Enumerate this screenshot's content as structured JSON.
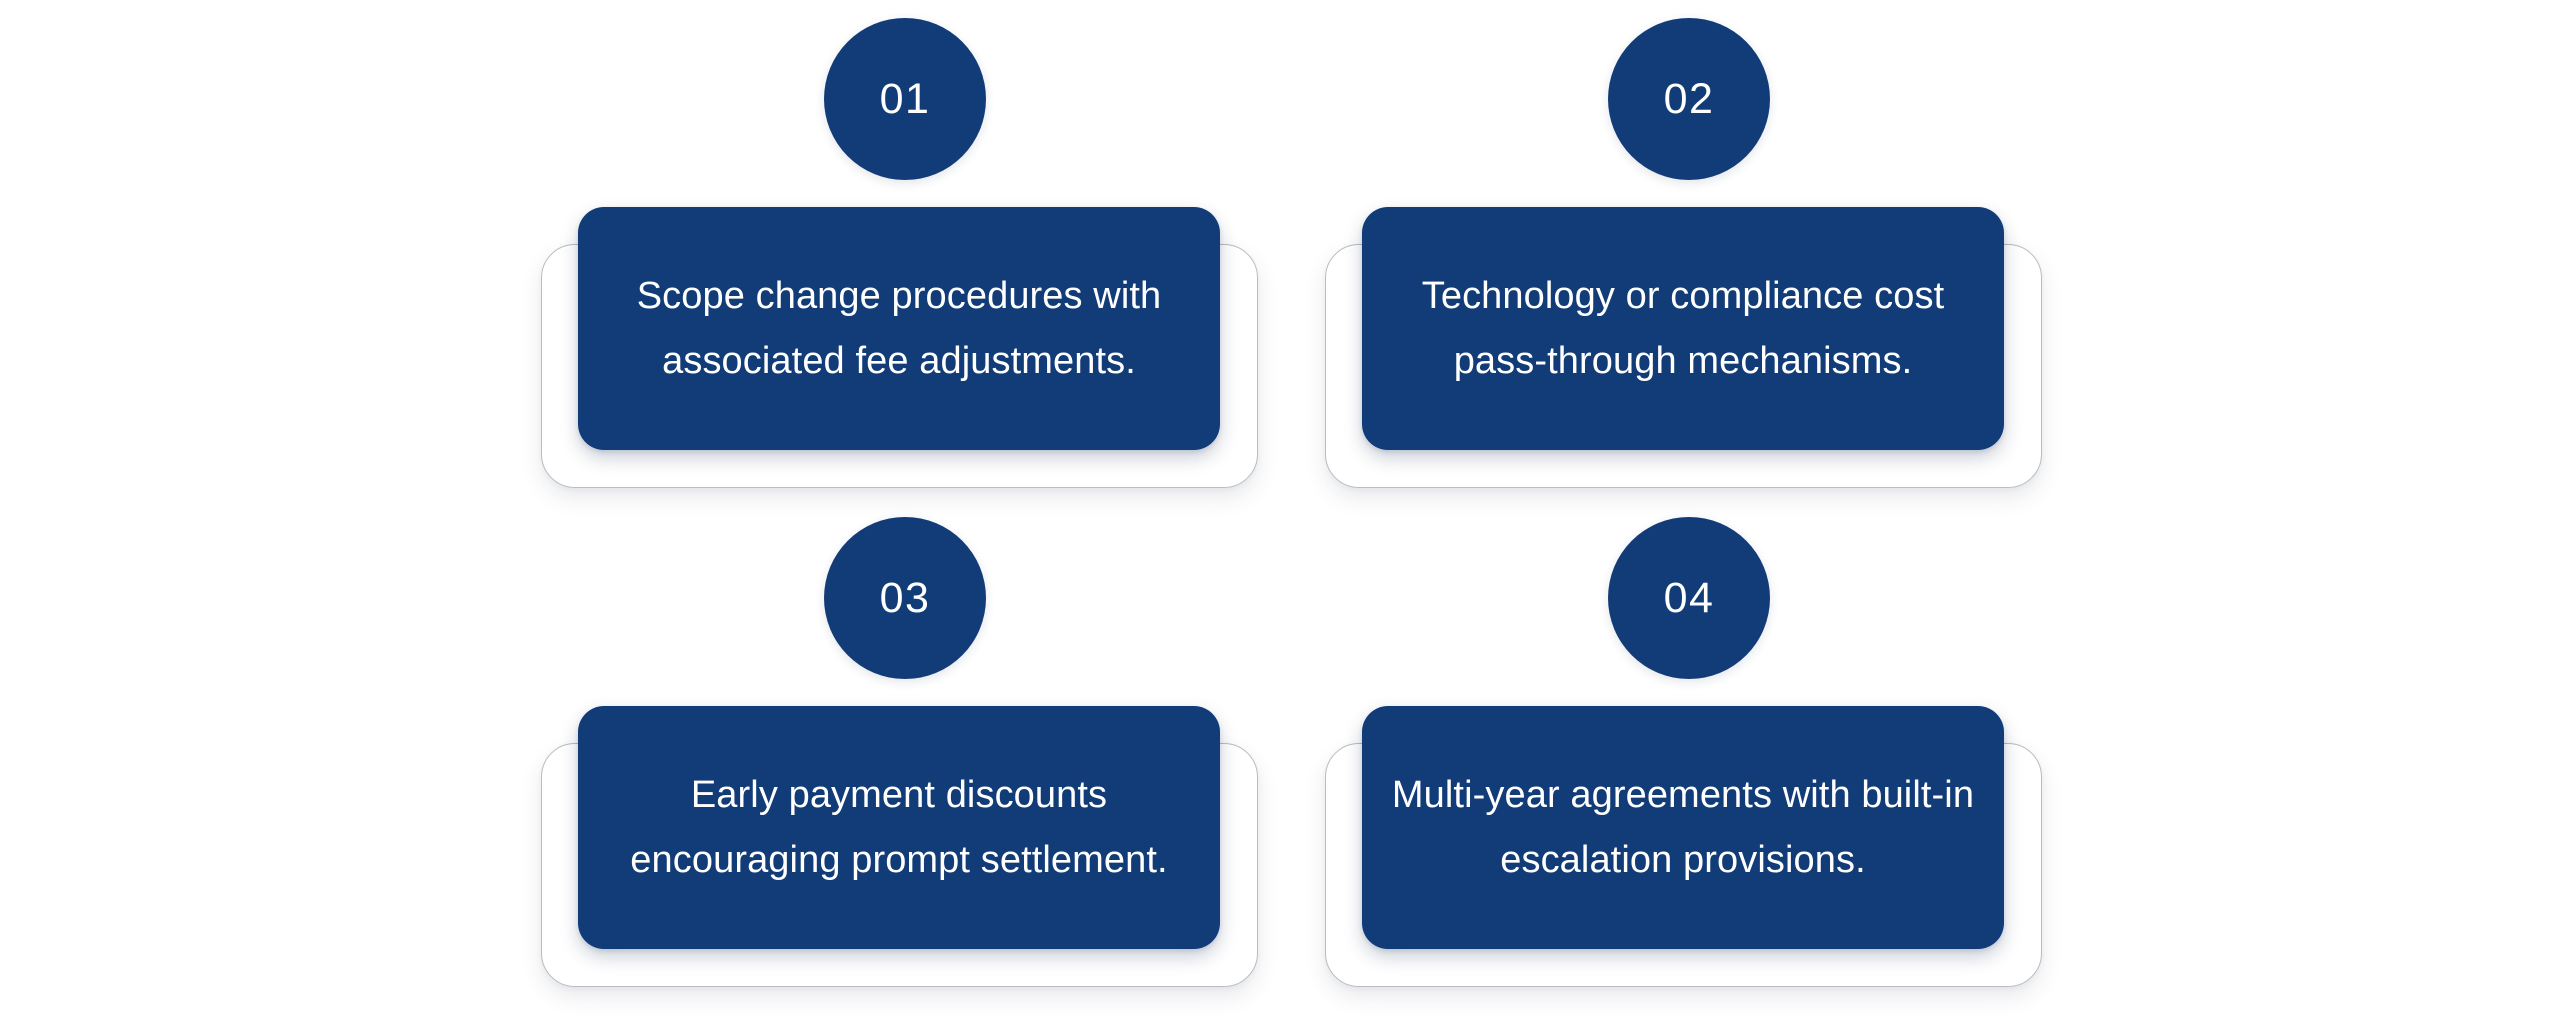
{
  "page": {
    "background_color": "#ffffff",
    "accent_color": "#123c77",
    "card_border_color": "#b9bcc4",
    "text_color": "#ffffff",
    "layout": "2x2 numbered card grid"
  },
  "cards": [
    {
      "number": "01",
      "text": "Scope change procedures with associated fee adjustments."
    },
    {
      "number": "02",
      "text": "Technology or compliance cost pass-through mechanisms."
    },
    {
      "number": "03",
      "text": "Early payment discounts encouraging prompt settlement."
    },
    {
      "number": "04",
      "text": "Multi-year agreements with built-in escalation provisions."
    }
  ]
}
